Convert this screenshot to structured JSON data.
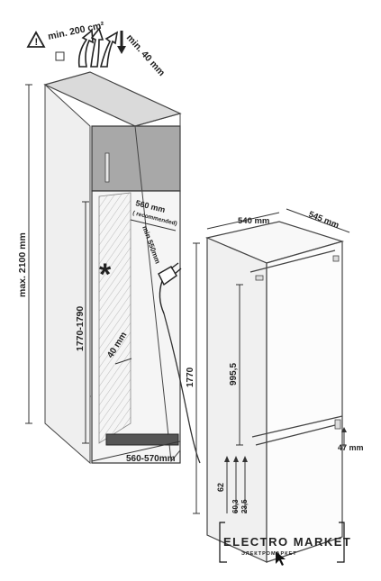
{
  "labels": {
    "ventilation_area": "min. 200 cm²",
    "min_top_gap": "min. 40 mm",
    "max_height": "max. 2100 mm",
    "niche_height": "1770-1790",
    "niche_depth": "560 mm",
    "niche_depth_note": "( recommended)",
    "min_depth": "min 550mm",
    "rear_gap": "40 mm",
    "niche_width": "560-570mm",
    "appliance_width": "540 mm",
    "appliance_depth": "545 mm",
    "appliance_height": "1770",
    "door_height": "995,5",
    "bottom_gap": "47 mm",
    "dim_62": "62",
    "dim_60_3": "60,3",
    "dim_23_5": "23,5"
  },
  "brand": {
    "name": "ELECTRO MARKET",
    "tagline": "ЭЛЕКТРОМАРКЕТ"
  },
  "colors": {
    "cabinet_top": "#dadada",
    "cabinet_side": "#bdbdbd",
    "upper_door": "#a8a8a8",
    "fridge_body": "#f4f4f4",
    "line": "#333333"
  }
}
